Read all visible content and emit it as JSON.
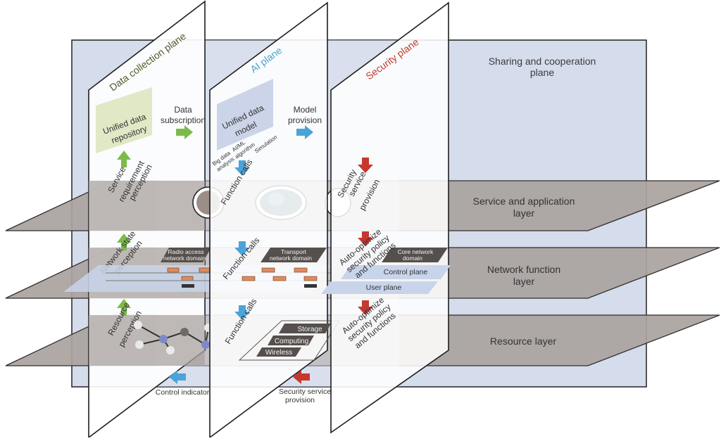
{
  "diagram": {
    "sharing_plane": {
      "line1": "Sharing and cooperation",
      "line2": "plane"
    },
    "layers": {
      "service": {
        "line1": "Service and application",
        "line2": "layer"
      },
      "network": {
        "line1": "Network function",
        "line2": "layer"
      },
      "resource": {
        "line1": "Resource layer"
      }
    },
    "planes": {
      "data_collection": "Data collection plane",
      "ai": "AI plane",
      "security": "Security plane"
    },
    "data_plane_items": {
      "repository": [
        "Unified data",
        "repository"
      ],
      "service_perception": [
        "Service",
        "requirement",
        "perception"
      ],
      "network_perception": [
        "Network state",
        "perception"
      ],
      "resource_perception": [
        "Resource",
        "perception"
      ]
    },
    "ai_plane_items": {
      "model": [
        "Unified data",
        "model"
      ],
      "big_data": [
        "Big data",
        "analysis"
      ],
      "aiml": [
        "AI/ML",
        "algorithm"
      ],
      "simulation": "Simulation",
      "function_calls": "Function calls"
    },
    "security_plane_items": {
      "service_provision": [
        "Security",
        "service",
        "provision"
      ],
      "auto_optimize": [
        "Auto-optimize",
        "security policy",
        "and functions"
      ]
    },
    "between": {
      "data_subscription": [
        "Data",
        "subscription"
      ],
      "model_provision": [
        "Model",
        "provision"
      ],
      "control_indicator": "Control indicator",
      "security_service_provision": [
        "Security service",
        "provision"
      ]
    },
    "network_items": {
      "radio_access": [
        "Radio access",
        "network domain"
      ],
      "transport": [
        "Transport",
        "network domain"
      ],
      "core": [
        "Core network",
        "domain"
      ],
      "control_plane": "Control plane",
      "user_plane": "User plane"
    },
    "resource_items": {
      "storage": "Storage",
      "computing": "Computing",
      "wireless": "Wireless"
    },
    "colors": {
      "sharing_bg": "#d5dcec",
      "layer_fill": "#aaa39f",
      "plane_fill": "#ffffff",
      "green_arrow": "#7cbb4a",
      "blue_arrow": "#4ba3d8",
      "red_arrow": "#c8372d",
      "data_plane_title": "#4d5b2a",
      "ai_plane_title": "#4a9fd4",
      "security_plane_title": "#c0392b"
    }
  }
}
